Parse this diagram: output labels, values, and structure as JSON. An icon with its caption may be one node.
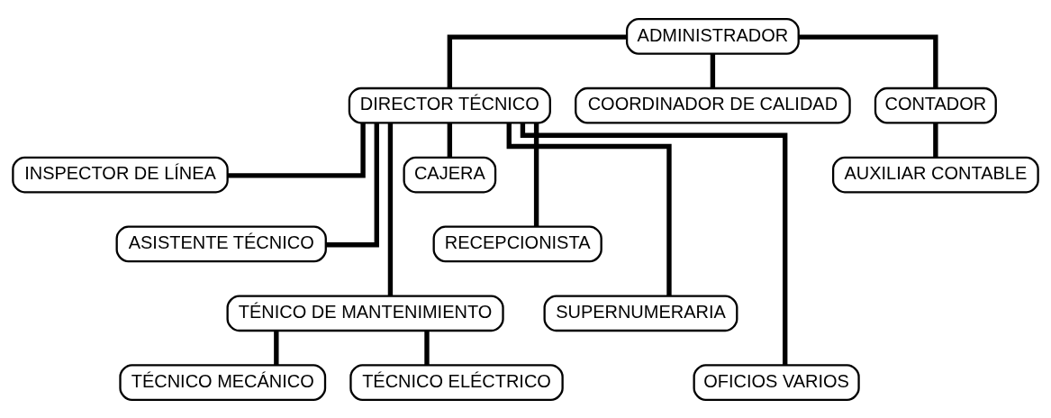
{
  "diagram": {
    "nodes": [
      {
        "text": [
          "ADMINISTRADOR"
        ]
      },
      {
        "text": [
          "DIRECTOR TÉCNICO"
        ]
      },
      {
        "text": [
          "COORDINADOR DE CALIDAD"
        ]
      },
      {
        "text": [
          "CONTADOR"
        ]
      },
      {
        "text": [
          "INSPECTOR DE LÍNEA"
        ]
      },
      {
        "text": [
          "ASISTENTE TÉCNICO"
        ]
      },
      {
        "text": [
          "TÉNICO DE MANTENIMIENTO"
        ]
      },
      {
        "text": [
          "CAJERA"
        ]
      },
      {
        "text": [
          "RECEPCIONISTA"
        ]
      },
      {
        "text": [
          "SUPERNUMERARIA"
        ]
      },
      {
        "text": [
          "OFICIOS VARIOS"
        ]
      },
      {
        "text": [
          "AUXILIAR CONTABLE"
        ]
      },
      {
        "text": [
          "TÉCNICO MECÁNICO"
        ]
      },
      {
        "text": [
          "TÉCNICO ELÉCTRICO"
        ]
      }
    ],
    "edges": [
      {
        "from": 0,
        "to": 1,
        "arrow": "none"
      },
      {
        "from": 0,
        "to": 2,
        "arrow": "none"
      },
      {
        "from": 0,
        "to": 3,
        "arrow": "none"
      },
      {
        "from": 1,
        "to": 4,
        "arrow": "none"
      },
      {
        "from": 1,
        "to": 5,
        "arrow": "none"
      },
      {
        "from": 1,
        "to": 6,
        "arrow": "none"
      },
      {
        "from": 1,
        "to": 7,
        "arrow": "none"
      },
      {
        "from": 1,
        "to": 8,
        "arrow": "none"
      },
      {
        "from": 1,
        "to": 9,
        "arrow": "none"
      },
      {
        "from": 1,
        "to": 10,
        "arrow": "none"
      },
      {
        "from": 3,
        "to": 11,
        "arrow": "none"
      },
      {
        "from": 6,
        "to": 12,
        "arrow": "none"
      },
      {
        "from": 6,
        "to": 13,
        "arrow": "none"
      }
    ]
  }
}
